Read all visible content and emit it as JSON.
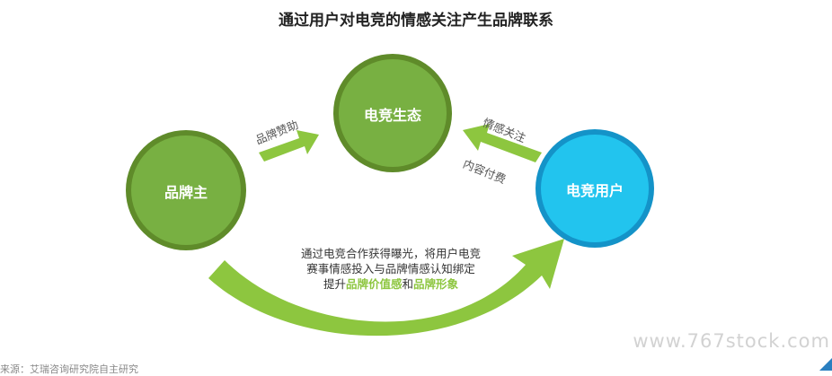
{
  "title": "通过用户对电竞的情感关注产生品牌联系",
  "nodes": {
    "center": "电竞生态",
    "left": "品牌主",
    "right": "电竞用户"
  },
  "arrows": {
    "brand_to_center": "品牌赞助",
    "user_to_center_top": "情感关注",
    "user_to_center_bottom": "内容付费"
  },
  "bottom_text": {
    "line1": "通过电竞合作获得曝光，将用户电竞",
    "line2": "赛事情感投入与品牌情感认知绑定",
    "line3_prefix": "提升",
    "highlight1": "品牌价值感",
    "connector": "和",
    "highlight2": "品牌形象"
  },
  "watermark": "www.767stock.com",
  "footer": "来源：艾瑞咨询研究院自主研究",
  "colors": {
    "green_dark": "#5f8b2a",
    "green_fill": "#78b042",
    "green_arrow": "#8dc63f",
    "blue_ring": "#1493c8",
    "blue_fill": "#22c4ee"
  }
}
